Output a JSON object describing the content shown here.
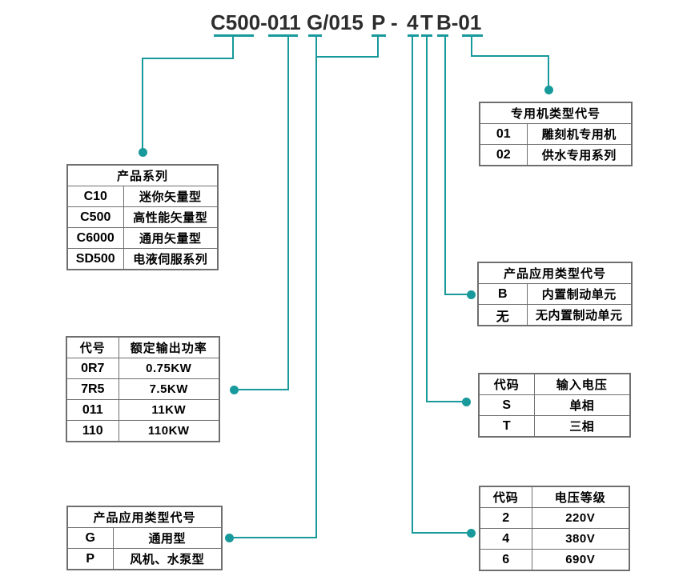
{
  "model": {
    "full_code": "C500-011 G/015 P - 4 T B-01",
    "segments": [
      {
        "text": "C500-011"
      },
      {
        "text": "G/015"
      },
      {
        "text": "P"
      },
      {
        "text": "-"
      },
      {
        "text": "4"
      },
      {
        "text": "T"
      },
      {
        "text": "B-01"
      }
    ]
  },
  "colors": {
    "accent_teal": "#18999b",
    "table_border_gray": "#6f6f6f",
    "title_text": "#2d2d2d"
  },
  "tables": {
    "series": {
      "title": "产品系列",
      "rows": [
        {
          "code": "C10",
          "desc": "迷你矢量型"
        },
        {
          "code": "C500",
          "desc": "高性能矢量型"
        },
        {
          "code": "C6000",
          "desc": "通用矢量型"
        },
        {
          "code": "SD500",
          "desc": "电液伺服系列"
        }
      ]
    },
    "power": {
      "col1": "代号",
      "col2": "额定输出功率",
      "rows": [
        {
          "code": "0R7",
          "desc": "0.75KW"
        },
        {
          "code": "7R5",
          "desc": "7.5KW"
        },
        {
          "code": "011",
          "desc": "11KW"
        },
        {
          "code": "110",
          "desc": "110KW"
        }
      ]
    },
    "application": {
      "title": "产品应用类型代号",
      "rows": [
        {
          "code": "G",
          "desc": "通用型"
        },
        {
          "code": "P",
          "desc": "风机、水泵型"
        }
      ]
    },
    "special": {
      "title": "专用机类型代号",
      "rows": [
        {
          "code": "01",
          "desc": "雕刻机专用机"
        },
        {
          "code": "02",
          "desc": "供水专用系列"
        }
      ]
    },
    "brake": {
      "title": "产品应用类型代号",
      "rows": [
        {
          "code": "B",
          "desc": "内置制动单元"
        },
        {
          "code": "无",
          "desc": "无内置制动单元"
        }
      ]
    },
    "input_voltage": {
      "col1": "代码",
      "col2": "输入电压",
      "rows": [
        {
          "code": "S",
          "desc": "单相"
        },
        {
          "code": "T",
          "desc": "三相"
        }
      ]
    },
    "voltage_class": {
      "col1": "代码",
      "col2": "电压等级",
      "rows": [
        {
          "code": "2",
          "desc": "220V"
        },
        {
          "code": "4",
          "desc": "380V"
        },
        {
          "code": "6",
          "desc": "690V"
        }
      ]
    }
  }
}
